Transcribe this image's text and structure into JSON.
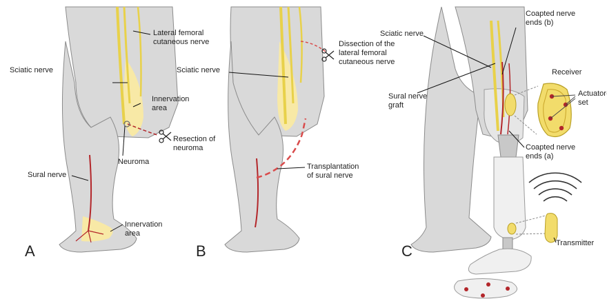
{
  "panels": {
    "a": {
      "letter": "A",
      "labels": {
        "lateral_femoral": [
          "Lateral femoral",
          "cutaneous nerve"
        ],
        "sciatic": "Sciatic nerve",
        "innervation_thigh": [
          "Innervation",
          "area"
        ],
        "resection": [
          "Resection of",
          "neuroma"
        ],
        "neuroma": "Neuroma",
        "sural": "Sural nerve",
        "innervation_foot": [
          "Innervation",
          "area"
        ]
      }
    },
    "b": {
      "letter": "B",
      "labels": {
        "sciatic": "Sciatic nerve",
        "dissection": [
          "Dissection of the",
          "lateral femoral",
          "cutaneous nerve"
        ],
        "transplantation": [
          "Transplantation",
          "of sural nerve"
        ]
      }
    },
    "c": {
      "letter": "C",
      "labels": {
        "sciatic": "Sciatic nerve",
        "coapted_b": [
          "Coapted nerve",
          "ends (b)"
        ],
        "sural_graft": [
          "Sural nerve",
          "graft"
        ],
        "receiver": "Receiver",
        "actuator": [
          "Actuator-",
          "set"
        ],
        "coapted_a": [
          "Coapted nerve",
          "ends (a)"
        ],
        "transmitter": "Transmitter"
      }
    }
  },
  "colors": {
    "skin": "#d9d9d9",
    "skin_outline": "#8a8a8a",
    "nerve": "#b3262a",
    "innervation": "#fbeaa0",
    "sciatic_nerve": "#e8d14a",
    "device": "#f2dc6b",
    "prosthesis": "#f0f0f0"
  },
  "icons": [
    "scissors-icon",
    "wireless-signal-icon"
  ]
}
